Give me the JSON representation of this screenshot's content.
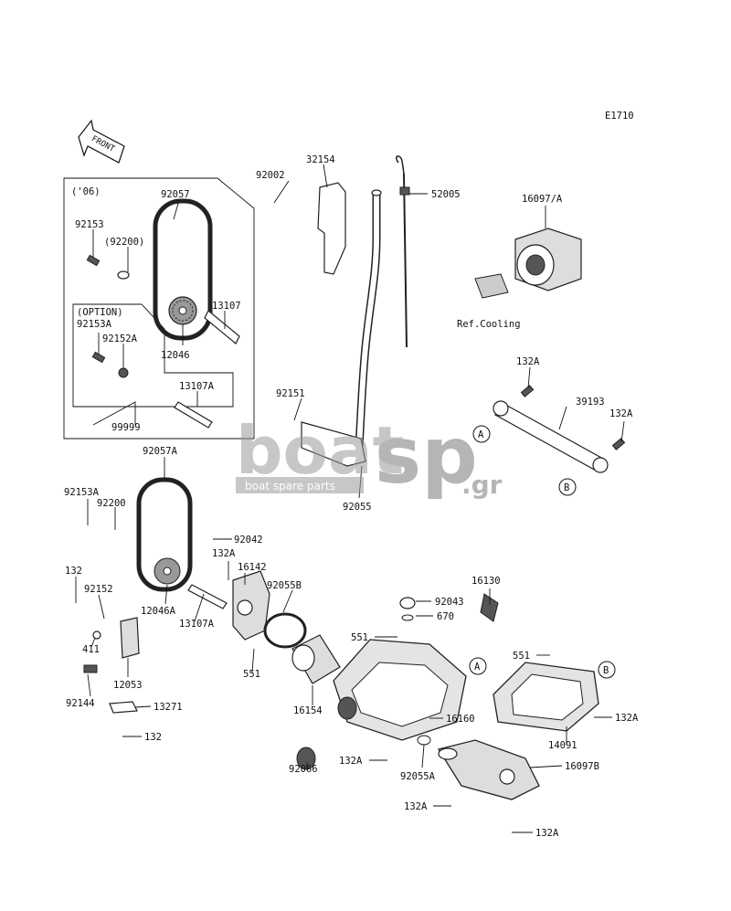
{
  "diagram": {
    "code": "E1710",
    "front_label": "FRONT",
    "year_note": "('06)",
    "option_note": "(OPTION)",
    "ref_note": "Ref.Cooling",
    "callouts": [
      "A",
      "B"
    ],
    "watermark": {
      "brand_left": "boat",
      "brand_right": "sp",
      "tld": ".gr",
      "tagline": "boat spare parts"
    },
    "part_labels": [
      "92057",
      "92153",
      "(92200)",
      "13107",
      "92153A",
      "92152A",
      "12046",
      "13107A",
      "99999",
      "92002",
      "32154",
      "52005",
      "16097/A",
      "92151",
      "92055",
      "132A",
      "39193",
      "132A",
      "92057A",
      "92153A",
      "92200",
      "92042",
      "132A",
      "16142",
      "92055B",
      "132",
      "92152",
      "12046A",
      "13107A",
      "411",
      "551",
      "12053",
      "92144",
      "13271",
      "132",
      "16154",
      "92043",
      "16130",
      "670",
      "551",
      "16160",
      "92066",
      "132A",
      "92055A",
      "551",
      "132A",
      "14091",
      "16097B",
      "132A",
      "132A"
    ]
  }
}
